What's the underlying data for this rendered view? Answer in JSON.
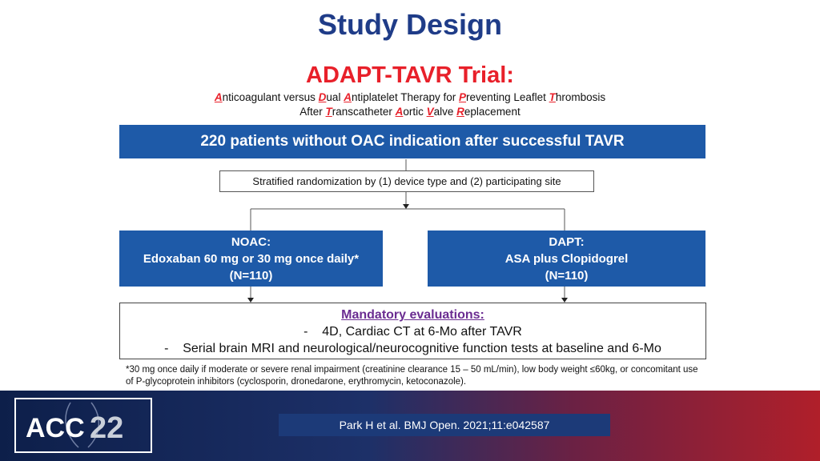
{
  "title": "Study Design",
  "trial": {
    "name": "ADAPT-TAVR Trial:",
    "line1": [
      {
        "t": "A",
        "k": true
      },
      {
        "t": "nticoagulant versus ",
        "k": false
      },
      {
        "t": "D",
        "k": true
      },
      {
        "t": "ual ",
        "k": false
      },
      {
        "t": "A",
        "k": true
      },
      {
        "t": "ntiplatelet Therapy for ",
        "k": false
      },
      {
        "t": "P",
        "k": true
      },
      {
        "t": "reventing Leaflet ",
        "k": false
      },
      {
        "t": "T",
        "k": true
      },
      {
        "t": "hrombosis",
        "k": false
      }
    ],
    "line2": [
      {
        "t": "After ",
        "k": false
      },
      {
        "t": "T",
        "k": true
      },
      {
        "t": "ranscatheter ",
        "k": false
      },
      {
        "t": "A",
        "k": true
      },
      {
        "t": "ortic ",
        "k": false
      },
      {
        "t": "V",
        "k": true
      },
      {
        "t": "alve ",
        "k": false
      },
      {
        "t": "R",
        "k": true
      },
      {
        "t": "eplacement",
        "k": false
      }
    ]
  },
  "population": "220 patients without OAC indication after successful TAVR",
  "randomization": "Stratified randomization by (1) device type and (2) participating site",
  "arms": {
    "noac": {
      "line1": "NOAC:",
      "line2": "Edoxaban 60 mg or 30 mg once daily*",
      "line3": "(N=110)"
    },
    "dapt": {
      "line1": "DAPT:",
      "line2": "ASA plus Clopidogrel",
      "line3": "(N=110)"
    }
  },
  "evaluations": {
    "header": "Mandatory evaluations:",
    "item1": "-    4D, Cardiac CT at 6-Mo after TAVR",
    "item2": "-    Serial brain MRI and neurological/neurocognitive function tests at baseline and 6-Mo"
  },
  "footnote": "*30 mg once daily if moderate or severe renal impairment (creatinine clearance 15 – 50 mL/min), low body weight ≤60kg, or concomitant use of P-glycoprotein inhibitors (cyclosporin, dronedarone, erythromycin, ketoconazole).",
  "logo_text": "ACC22",
  "reference": "Park H et al. BMJ Open. 2021;11:e042587",
  "colors": {
    "title": "#1f3c88",
    "trial": "#e8202a",
    "box": "#1e5aa8",
    "eval_header": "#6a2c91"
  }
}
